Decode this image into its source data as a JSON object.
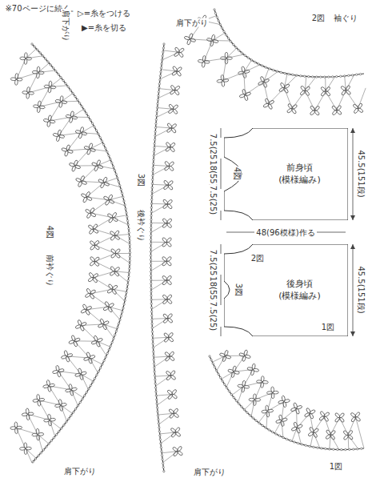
{
  "diagram": {
    "nodes": [
      {
        "text": [
          "前身頃",
          "(模様編み)"
        ]
      },
      {
        "text": [
          "後身頃",
          "(模様編み)"
        ]
      }
    ],
    "labels": [
      "※70ページに続く。",
      "肩下がり",
      "4図",
      "前衿ぐり",
      "肩下がり",
      "肩下がり",
      "3図",
      "後衿ぐり",
      "肩下がり",
      "▷=糸をつける",
      "▶=糸を切る",
      "2図",
      "袖ぐり",
      "1図",
      "4図",
      "7.5(25)",
      "18(55)",
      "7.5(25)",
      "45.5(151段)",
      "3図",
      "7.5(25)",
      "18(55)",
      "7.5(25)",
      "45.5(151段)",
      "2図",
      "1図",
      "48(96模様)作る"
    ]
  }
}
